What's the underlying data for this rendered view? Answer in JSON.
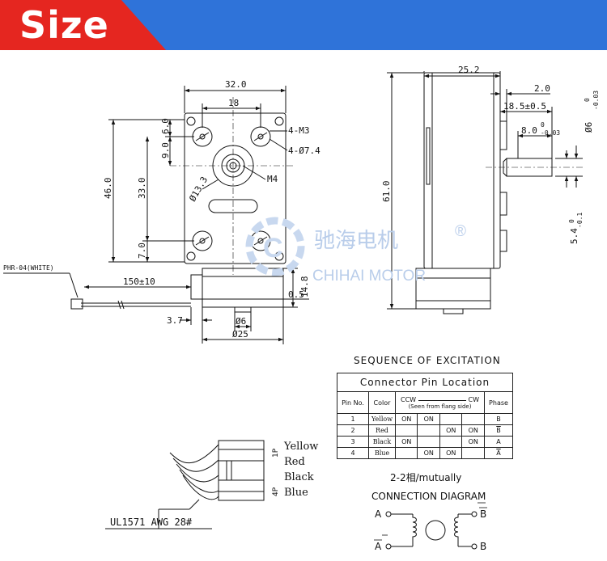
{
  "header": {
    "title": "Size",
    "color_red": "#e52620",
    "color_blue": "#2f73d9"
  },
  "front_view": {
    "dims": {
      "width": "32.0",
      "hole_spacing": "18",
      "mount_holes": "4-M3",
      "bosses": "4-Ø7.4",
      "top_offset": "6.0",
      "second_offset": "9.0",
      "total_height": "46.0",
      "inner_height": "33.0",
      "bottom_offset": "7.0",
      "hub_dia": "Ø13.3",
      "shaft_thread": "M4",
      "connector": "PHR-04(WHITE)",
      "lead_length": "150±10",
      "motor_height": "14.8",
      "gap": "0.5",
      "left_offset": "3.7",
      "boss_dia": "Ø6",
      "motor_dia": "Ø25"
    }
  },
  "side_view": {
    "dims": {
      "depth": "25.2",
      "protrusion": "2.0",
      "shaft_len": "18.5±0.5",
      "flat_len": "8.0",
      "flat_tol_upper": "0",
      "flat_tol_lower": "-0.03",
      "shaft_dia": "Ø6",
      "shaft_tol_upper": "0",
      "shaft_tol_lower": "-0.03",
      "height": "61.0",
      "flat_height": "5.4",
      "flat_h_tol_upper": "0",
      "flat_h_tol_lower": "-0.1"
    }
  },
  "watermark": {
    "cn": "驰海电机",
    "mark": "®",
    "en": "CHIHAI MOTOR"
  },
  "wiring": {
    "pin_first": "1P",
    "pin_last": "4P",
    "colors": [
      "Yellow",
      "Red",
      "Black",
      "Blue"
    ],
    "cable": "UL1571 AWG 28#"
  },
  "excitation": {
    "title": "SEQUENCE OF EXCITATION",
    "caption": "Connector Pin Location",
    "headers": {
      "pin": "Pin No.",
      "color": "Color",
      "ccw": "CCW",
      "cw": "CW",
      "note": "(Seen from flang side)",
      "phase": "Phase"
    },
    "rows": [
      {
        "pin": "1",
        "color": "Yellow",
        "steps": [
          "ON",
          "ON",
          "",
          ""
        ],
        "phase": "B",
        "bar": false
      },
      {
        "pin": "2",
        "color": "Red",
        "steps": [
          "",
          "",
          "ON",
          "ON"
        ],
        "phase": "B",
        "bar": true
      },
      {
        "pin": "3",
        "color": "Black",
        "steps": [
          "ON",
          "",
          "",
          "ON"
        ],
        "phase": "A",
        "bar": false
      },
      {
        "pin": "4",
        "color": "Blue",
        "steps": [
          "",
          "ON",
          "ON",
          ""
        ],
        "phase": "A",
        "bar": true
      }
    ],
    "note": "2-2相/mutually"
  },
  "connection": {
    "title": "CONNECTION DIAGRAM",
    "labels": {
      "a": "A",
      "a_bar": "A",
      "b": "B",
      "b_bar": "B"
    }
  }
}
